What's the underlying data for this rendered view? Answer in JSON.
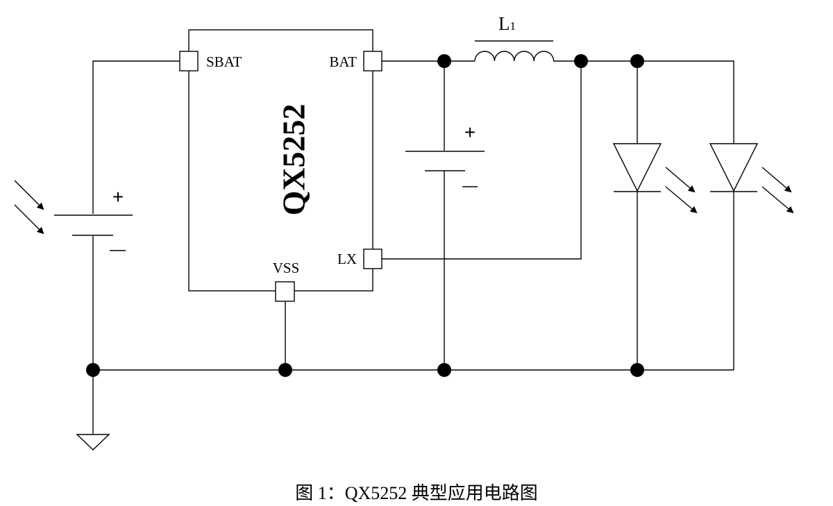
{
  "ic": {
    "name": "QX5252",
    "pins": {
      "sbat": "SBAT",
      "bat": "BAT",
      "lx": "LX",
      "vss": "VSS"
    }
  },
  "inductor": {
    "label_main": "L",
    "label_sub": "1"
  },
  "solar_cell": {
    "plus": "+",
    "minus": "—"
  },
  "battery": {
    "plus": "+",
    "minus": "—"
  },
  "caption": "图 1：QX5252 典型应用电路图"
}
